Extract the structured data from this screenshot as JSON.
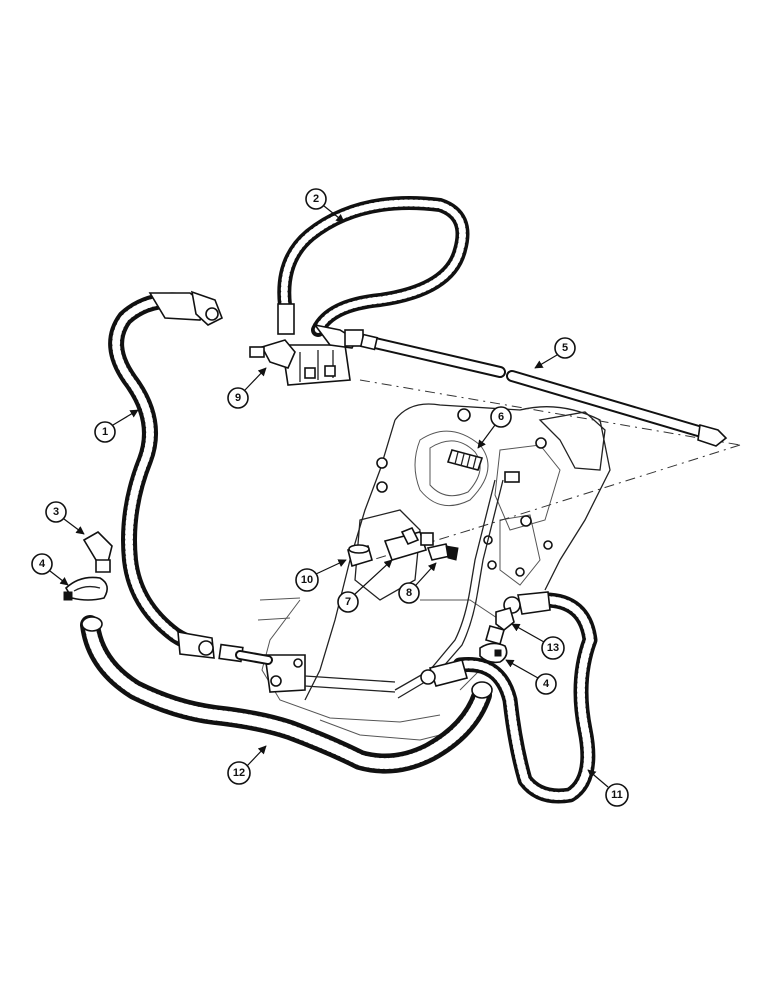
{
  "callouts": {
    "c1": "1",
    "c2": "2",
    "c3": "3",
    "c4a": "4",
    "c4b": "4",
    "c5": "5",
    "c6": "6",
    "c7": "7",
    "c8": "8",
    "c9": "9",
    "c10": "10",
    "c11": "11",
    "c12": "12",
    "c13": "13"
  }
}
